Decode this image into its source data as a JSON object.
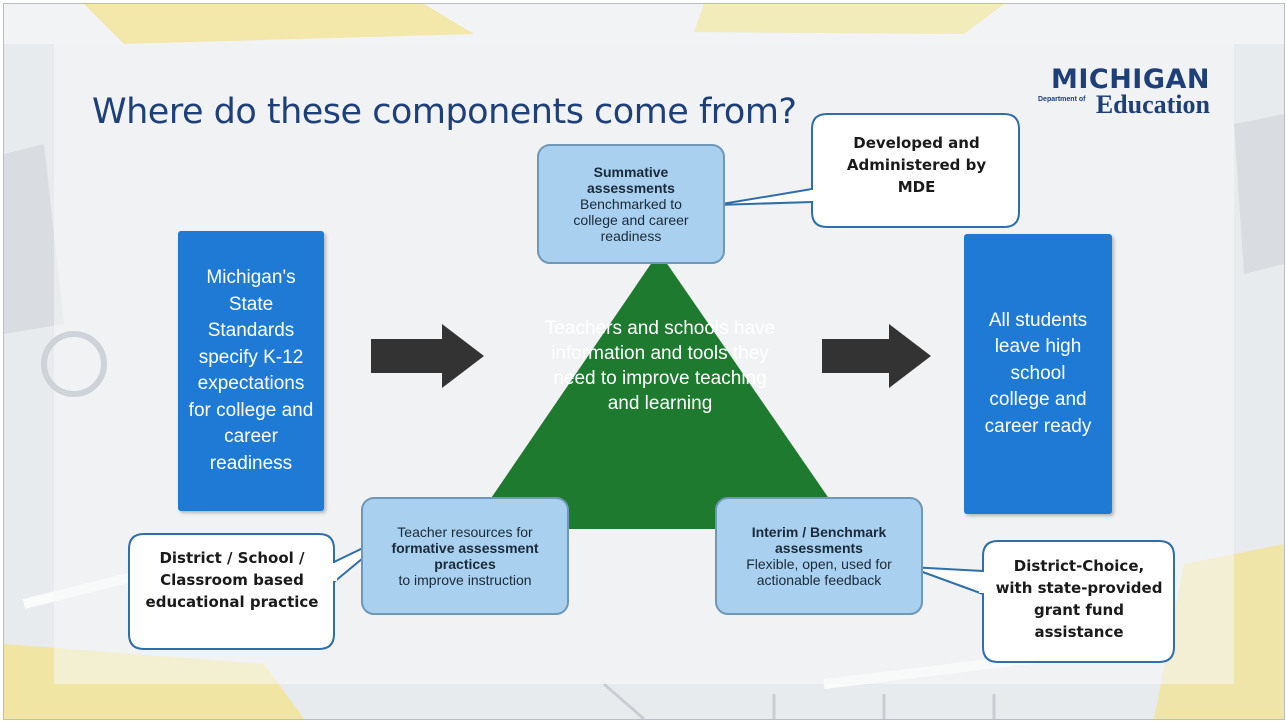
{
  "title": "Where do these components come from?",
  "logo": {
    "line1": "MICHIGAN",
    "dept": "Department of",
    "line2": "Education"
  },
  "left_box": "Michigan's State Standards specify K-12 expectations for college and career readiness",
  "right_box": "All students leave high school college and career ready",
  "center": "Teachers and schools have information and tools they need to improve teaching and learning",
  "summative": {
    "heading": "Summative assessments",
    "body": "Benchmarked to college and career readiness"
  },
  "formative": {
    "heading": "formative assessment practices",
    "pre": "Teacher resources for",
    "body": "to improve instruction"
  },
  "interim": {
    "heading": "Interim / Benchmark assessments",
    "body": "Flexible, open, used for actionable feedback"
  },
  "callouts": {
    "mde": "Developed and Administered by MDE",
    "district": "District / School / Classroom based educational practice",
    "grant": "District-Choice, with state-provided grant fund assistance"
  },
  "colors": {
    "title": "#1e3f78",
    "blue_box": "#1f7ad6",
    "light_box": "#a9d1ef",
    "triangle": "#1e7a2e",
    "arrow": "#333333"
  }
}
